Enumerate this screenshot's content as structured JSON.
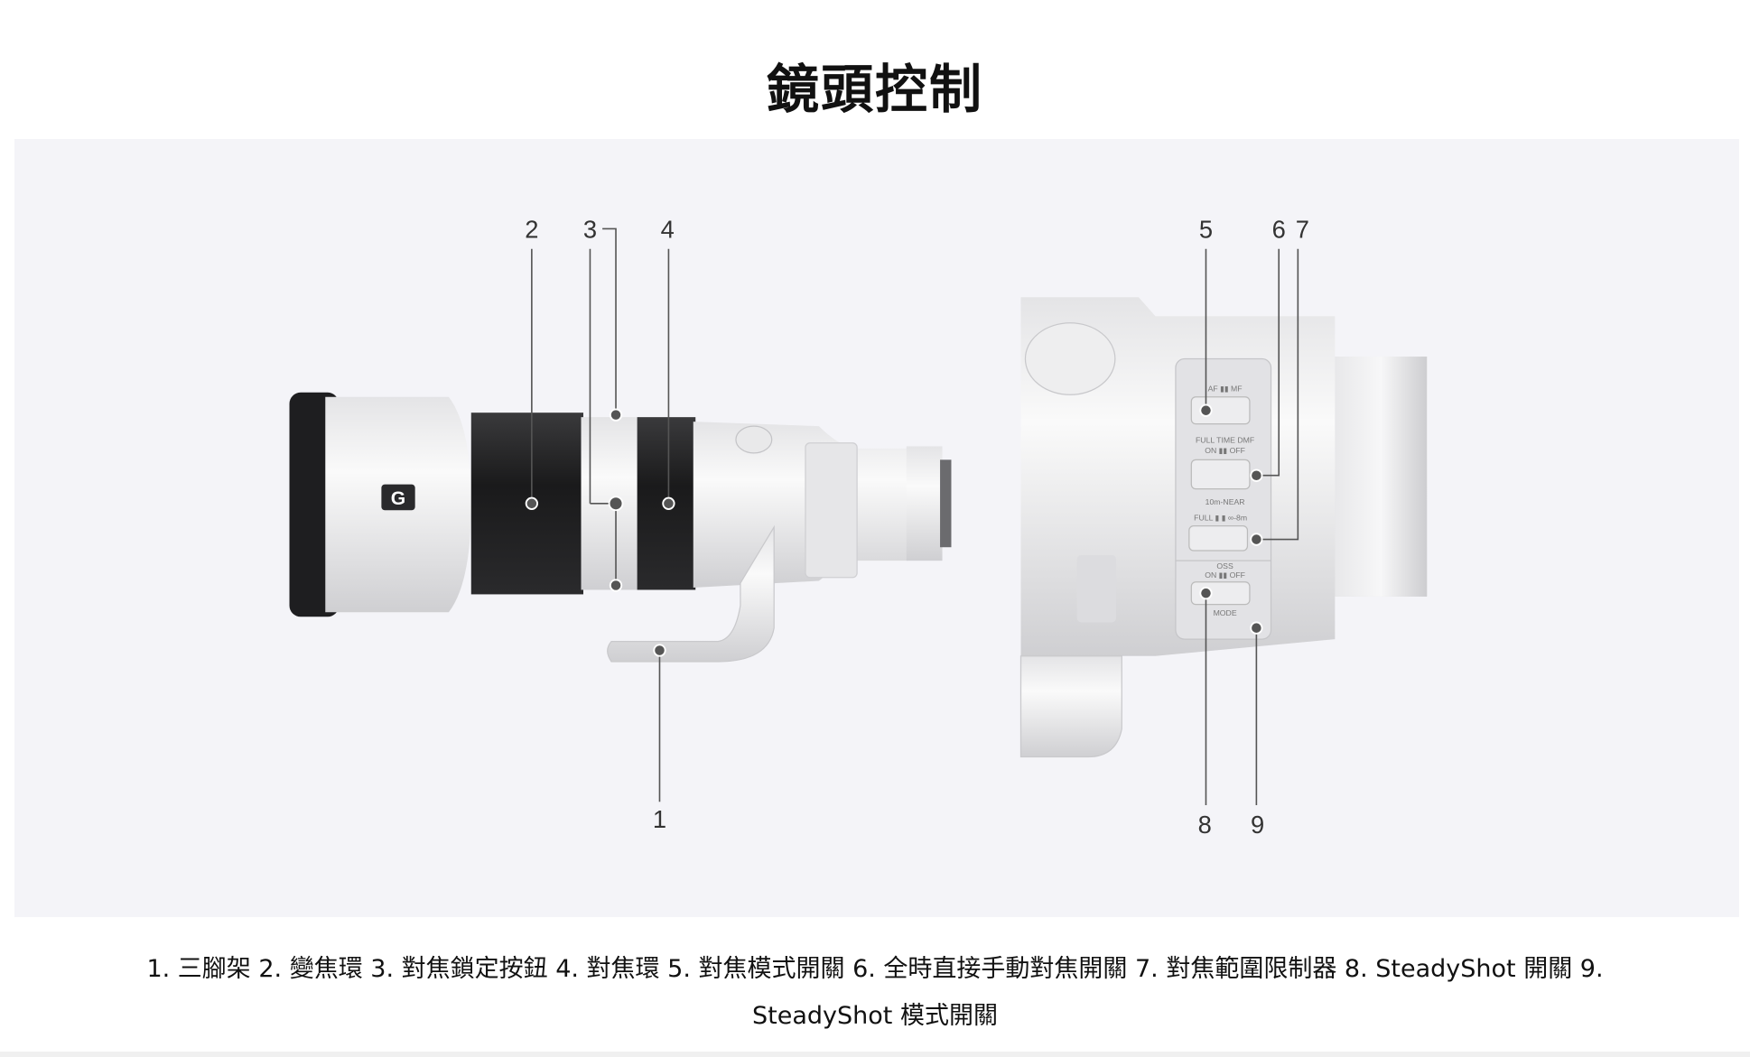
{
  "title": "鏡頭控制",
  "callouts": {
    "c1": "1",
    "c2": "2",
    "c3": "3",
    "c4": "4",
    "c5": "5",
    "c6": "6",
    "c7": "7",
    "c8": "8",
    "c9": "9"
  },
  "lens_markings": {
    "badge": "G",
    "af_mf": "AF ▮▮ MF",
    "dmf": "FULL TIME DMF",
    "dmf_onoff": "ON ▮▮ OFF",
    "range": "10m-NEAR",
    "range_opts": "FULL ▮ ▮ ∞-8m",
    "oss": "OSS",
    "oss_onoff": "ON ▮▮ OFF",
    "mode": "MODE"
  },
  "caption": {
    "line1": "1. 三腳架 2. 變焦環 3. 對焦鎖定按鈕 4. 對焦環 5. 對焦模式開關 6. 全時直接手動對焦開關 7. 對焦範圍限制器 8. SteadyShot 開關 9.",
    "line2": "SteadyShot 模式開關"
  }
}
